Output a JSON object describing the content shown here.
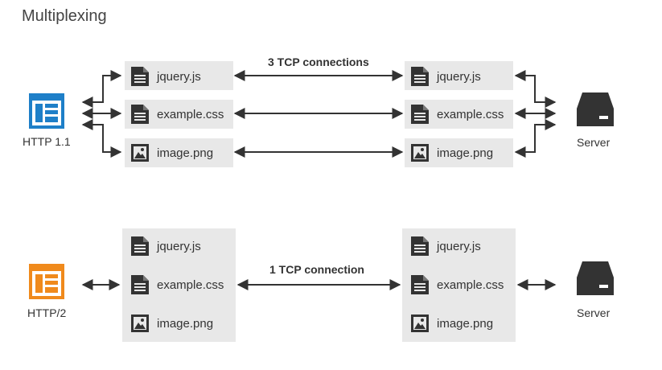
{
  "title": "Multiplexing",
  "http11": {
    "client_label": "HTTP 1.1",
    "connection_label": "3 TCP connections",
    "server_label": "Server",
    "client_files": [
      {
        "name": "jquery.js",
        "icon": "document-icon"
      },
      {
        "name": "example.css",
        "icon": "document-icon"
      },
      {
        "name": "image.png",
        "icon": "image-icon"
      }
    ],
    "server_files": [
      {
        "name": "jquery.js",
        "icon": "document-icon"
      },
      {
        "name": "example.css",
        "icon": "document-icon"
      },
      {
        "name": "image.png",
        "icon": "image-icon"
      }
    ],
    "client_color": "#1e7fc8"
  },
  "http2": {
    "client_label": "HTTP/2",
    "connection_label": "1 TCP connection",
    "server_label": "Server",
    "client_files": [
      {
        "name": "jquery.js",
        "icon": "document-icon"
      },
      {
        "name": "example.css",
        "icon": "document-icon"
      },
      {
        "name": "image.png",
        "icon": "image-icon"
      }
    ],
    "server_files": [
      {
        "name": "jquery.js",
        "icon": "document-icon"
      },
      {
        "name": "example.css",
        "icon": "document-icon"
      },
      {
        "name": "image.png",
        "icon": "image-icon"
      }
    ],
    "client_color": "#f08a1c"
  },
  "colors": {
    "arrow": "#333333",
    "box": "#e8e8e8",
    "server": "#333333"
  }
}
